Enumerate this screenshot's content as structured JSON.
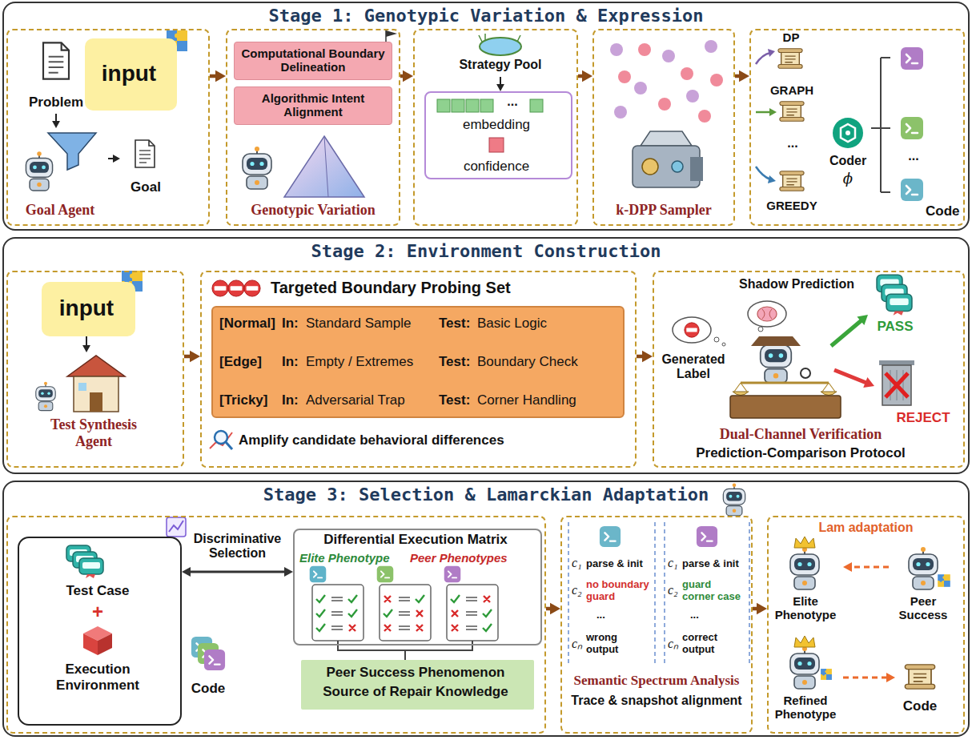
{
  "diagram": {
    "nodes": [
      {
        "text": [
          "Stage 1: Genotypic Variation & Expression"
        ]
      },
      {
        "text": [],
        "in": 0
      },
      {
        "text": [
          "Problem"
        ],
        "in": 1
      },
      {
        "text": [
          "input"
        ],
        "in": 1
      },
      {
        "text": [
          "Goal Agent"
        ],
        "in": 1
      },
      {
        "text": [
          "Goal"
        ],
        "in": 1
      },
      {
        "text": [
          "Genotypic Variation"
        ],
        "in": 0
      },
      {
        "text": [
          "Computational Boundary Delineation"
        ],
        "in": 6
      },
      {
        "text": [
          "Algorithmic Intent Alignment"
        ],
        "in": 6
      },
      {
        "text": [],
        "in": 0
      },
      {
        "text": [
          "Strategy Pool"
        ],
        "in": 9
      },
      {
        "text": [
          "...",
          "embedding",
          "confidence"
        ],
        "in": 9
      },
      {
        "text": [
          "k-DPP Sampler"
        ],
        "in": 0
      },
      {
        "text": [
          "Code"
        ],
        "in": 0
      },
      {
        "text": [
          "DP"
        ],
        "in": 13
      },
      {
        "text": [
          "GRAPH"
        ],
        "in": 13
      },
      {
        "text": [
          "GREEDY"
        ],
        "in": 13
      },
      {
        "text": [
          "Coder",
          "ϕ"
        ],
        "in": 13
      },
      {
        "text": [
          "Stage 2: Environment Construction"
        ]
      },
      {
        "text": [],
        "in": 18
      },
      {
        "text": [
          "input"
        ],
        "in": 19
      },
      {
        "text": [
          "Test Synthesis Agent"
        ],
        "in": 19
      },
      {
        "text": [
          "Targeted Boundary Probing Set",
          "Amplify candidate behavioral differences"
        ],
        "in": 18
      },
      {
        "text": [
          "[Normal]",
          "In:",
          "Standard Sample",
          "Test:",
          "Basic Logic",
          "[Edge]",
          "In:",
          "Empty / Extremes",
          "Test:",
          "Boundary Check",
          "[Tricky]",
          "In:",
          "Adversarial Trap",
          "Test:",
          "Corner Handling"
        ],
        "in": 22
      },
      {
        "text": [
          "Shadow Prediction",
          "Generated Label",
          "PASS",
          "REJECT",
          "Dual-Channel Verification",
          "Prediction-Comparison Protocol"
        ],
        "in": 18
      },
      {
        "text": [
          "Stage 3: Selection & Lamarckian Adaptation"
        ]
      },
      {
        "text": [],
        "in": 25
      },
      {
        "text": [
          "Test Case",
          "+",
          "Execution Environment"
        ],
        "in": 26
      },
      {
        "text": [
          "Code"
        ],
        "in": 26
      },
      {
        "text": [
          "Differential Execution Matrix",
          "Elite Phenotype",
          "Peer Phenotypes"
        ],
        "in": 26
      },
      {
        "text": [
          "Peer Success Phenomenon",
          "Source of Repair Knowledge"
        ],
        "in": 26
      },
      {
        "text": [
          "Semantic Spectrum Analysis",
          "Trace & snapshot alignment"
        ],
        "in": 25
      },
      {
        "text": [],
        "in": 25
      },
      {
        "text": [
          "Elite Phenotype"
        ],
        "in": 32
      },
      {
        "text": [
          "Peer Success"
        ],
        "in": 32
      },
      {
        "text": [
          "Refined Phenotype"
        ],
        "in": 32
      },
      {
        "text": [
          "Code"
        ],
        "in": 32
      }
    ],
    "edges": [
      {
        "from": 2,
        "to": 4,
        "arrow": "to"
      },
      {
        "from": 4,
        "to": 5,
        "arrow": "to"
      },
      {
        "from": 1,
        "to": 6,
        "arrow": "to"
      },
      {
        "from": 6,
        "to": 9,
        "arrow": "to"
      },
      {
        "from": 9,
        "to": 12,
        "arrow": "to"
      },
      {
        "from": 12,
        "to": 13,
        "arrow": "to"
      },
      {
        "from": 10,
        "to": 11,
        "arrow": "to"
      },
      {
        "from": 20,
        "to": 21,
        "arrow": "to"
      },
      {
        "from": 19,
        "to": 22,
        "arrow": "to"
      },
      {
        "from": 22,
        "to": 24,
        "arrow": "to"
      },
      {
        "from": 27,
        "to": 29,
        "label": "Discriminative Selection",
        "arrow": "both"
      },
      {
        "from": 26,
        "to": 31,
        "arrow": "to"
      },
      {
        "from": 31,
        "to": 32,
        "arrow": "to"
      },
      {
        "from": 34,
        "to": 33,
        "label": "Lam adaptation",
        "arrow": "to"
      },
      {
        "from": 35,
        "to": 36,
        "arrow": "to"
      }
    ],
    "labels": [
      "...",
      "...",
      "c₁",
      "parse & init",
      "c₂",
      "no boundary guard",
      "...",
      "cₙ",
      "wrong output",
      "c₁",
      "parse & init",
      "c₂",
      "guard corner case",
      "...",
      "cₙ",
      "correct output"
    ]
  }
}
